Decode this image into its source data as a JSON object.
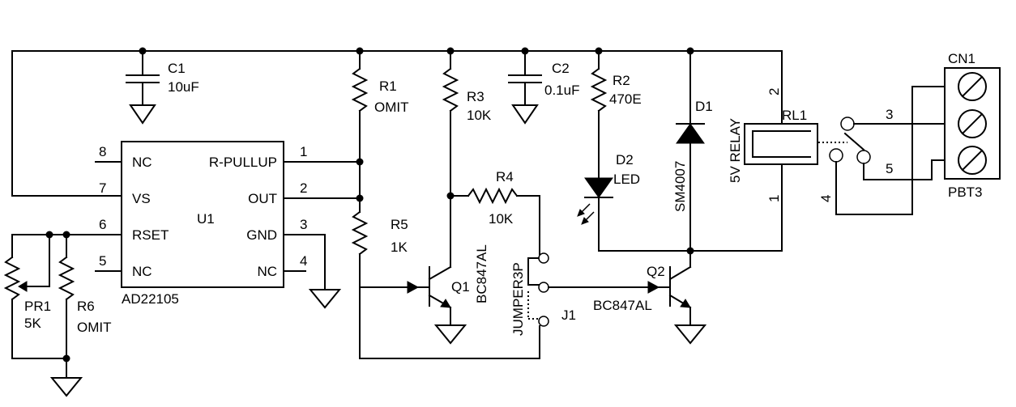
{
  "ic": {
    "ref": "U1",
    "part": "AD22105",
    "pins": [
      {
        "num": "8",
        "name": "NC"
      },
      {
        "num": "7",
        "name": "VS"
      },
      {
        "num": "6",
        "name": "RSET"
      },
      {
        "num": "5",
        "name": "NC"
      },
      {
        "num": "1",
        "name": "R-PULLUP"
      },
      {
        "num": "2",
        "name": "OUT"
      },
      {
        "num": "3",
        "name": "GND"
      },
      {
        "num": "4",
        "name": "NC"
      }
    ]
  },
  "components": {
    "c1": {
      "ref": "C1",
      "value": "10uF"
    },
    "c2": {
      "ref": "C2",
      "value": "0.1uF"
    },
    "r1": {
      "ref": "R1",
      "value": "OMIT"
    },
    "r2": {
      "ref": "R2",
      "value": "470E"
    },
    "r3": {
      "ref": "R3",
      "value": "10K"
    },
    "r4": {
      "ref": "R4",
      "value": "10K"
    },
    "r5": {
      "ref": "R5",
      "value": "1K"
    },
    "r6": {
      "ref": "R6",
      "value": "OMIT"
    },
    "pr1": {
      "ref": "PR1",
      "value": "5K"
    },
    "d1": {
      "ref": "D1",
      "value": "SM4007"
    },
    "d2": {
      "ref": "D2",
      "value": "LED"
    },
    "q1": {
      "ref": "Q1",
      "value": "BC847AL"
    },
    "q2": {
      "ref": "Q2",
      "value": "BC847AL"
    },
    "j1": {
      "ref": "J1",
      "value": "JUMPER3P"
    },
    "rl1": {
      "ref": "RL1",
      "value": "5V RELAY",
      "pins": [
        "2",
        "1",
        "3",
        "4",
        "5"
      ]
    },
    "cn1": {
      "ref": "CN1",
      "value": "PBT3"
    }
  }
}
